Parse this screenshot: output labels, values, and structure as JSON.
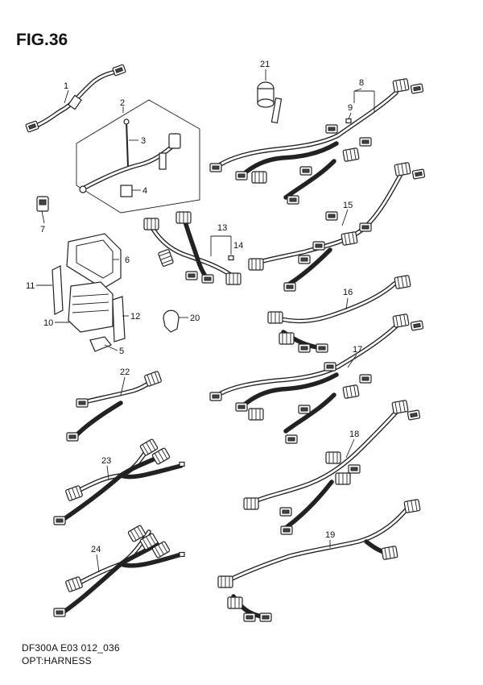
{
  "figure": {
    "title": "FIG.36"
  },
  "footer": {
    "code": "DF300A  E03 012_036",
    "caption": "OPT:HARNESS"
  },
  "callouts": {
    "p1": "1",
    "p2": "2",
    "p3": "3",
    "p4": "4",
    "p5": "5",
    "p6": "6",
    "p7": "7",
    "p8": "8",
    "p9": "9",
    "p10": "10",
    "p11": "11",
    "p12": "12",
    "p13": "13",
    "p14": "14",
    "p15": "15",
    "p16": "16",
    "p17": "17",
    "p18": "18",
    "p19": "19",
    "p20": "20",
    "p21": "21",
    "p22": "22",
    "p23": "23",
    "p24": "24"
  }
}
